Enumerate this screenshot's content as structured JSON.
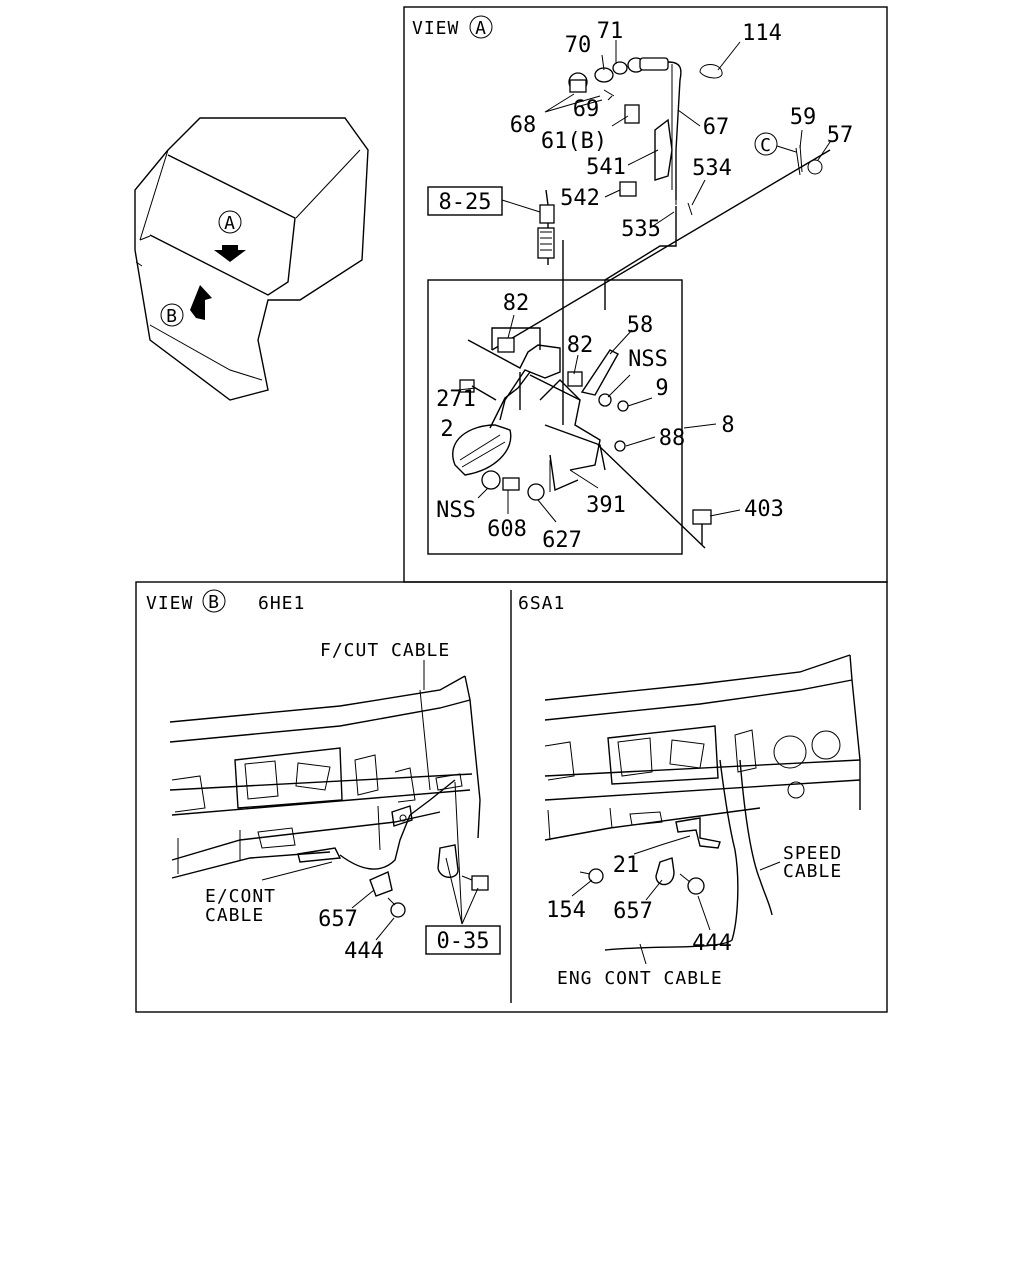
{
  "views": {
    "a": {
      "label": "VIEW",
      "circle": "A"
    },
    "b": {
      "label": "VIEW",
      "circle": "B",
      "variant_left": "6HE1",
      "variant_right": "6SA1"
    }
  },
  "overview": {
    "marker_a": "A",
    "marker_b": "B"
  },
  "callout_c": "C",
  "ref_boxes": {
    "box_8_25": "8-25",
    "box_0_35": "0-35"
  },
  "parts": {
    "p70": "70",
    "p71": "71",
    "p114": "114",
    "p69": "69",
    "p68": "68",
    "p61b": "61(B)",
    "p67": "67",
    "p59": "59",
    "p57": "57",
    "p541": "541",
    "p534": "534",
    "p542": "542",
    "p535": "535",
    "p82a": "82",
    "p82b": "82",
    "p58": "58",
    "nss1": "NSS",
    "p9": "9",
    "p271": "271",
    "p2": "2",
    "p88": "88",
    "p8": "8",
    "p391": "391",
    "nss2": "NSS",
    "p608": "608",
    "p627": "627",
    "p403": "403",
    "p657a": "657",
    "p444a": "444",
    "p21": "21",
    "p154": "154",
    "p657b": "657",
    "p444b": "444"
  },
  "labels": {
    "fcut": "F/CUT CABLE",
    "econt_1": "E/CONT",
    "econt_2": "CABLE",
    "speed_1": "SPEED",
    "speed_2": "CABLE",
    "engcont": "ENG CONT CABLE"
  }
}
